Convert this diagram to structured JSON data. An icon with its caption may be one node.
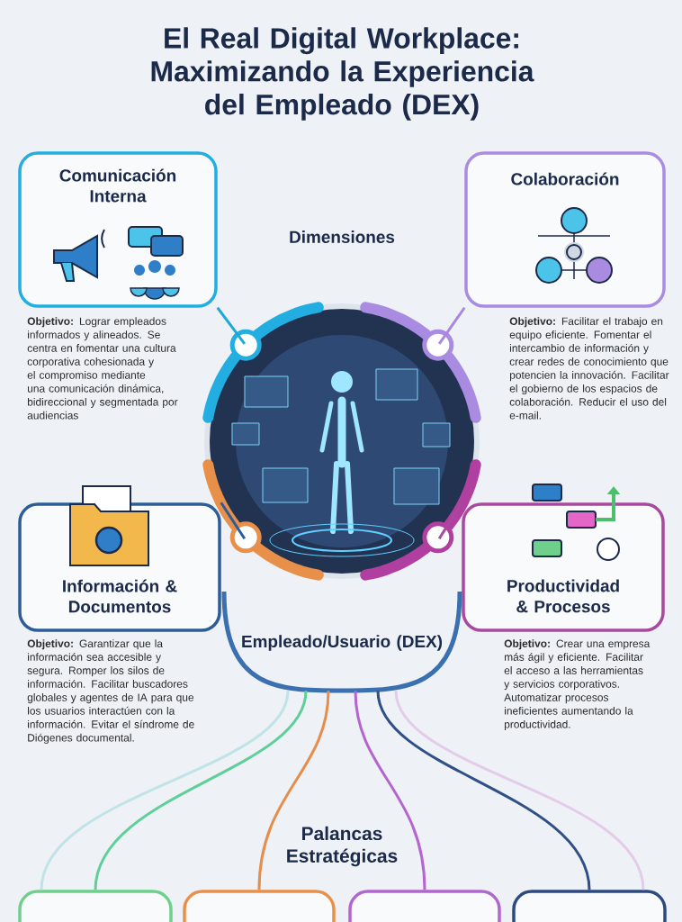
{
  "diagram": {
    "title": "El Real Digital Workplace: Maximizando la Experiencia del Empleado (DEX)",
    "nodes": [
      {
        "text": [
          "Comunicación Interna"
        ],
        "beside": [
          "**Objetivo:** Lograr empleados informados y alineados. Se centra en fomentar una cultura corporativa cohesionada y el compromiso mediante una comunicación dinámica, bidireccional y segmentada por audiencias"
        ]
      },
      {
        "text": [
          "Colaboración"
        ],
        "beside": [
          "**Objetivo:** Facilitar el trabajo en equipo eficiente. Fomentar el intercambio de información y crear redes de conocimiento que potencien la innovación. Facilitar el gobierno de los espacios de colaboración. Reducir el uso del e-mail."
        ]
      },
      {
        "text": [
          "Información & Documentos"
        ],
        "beside": [
          "**Objetivo:** Garantizar que la información sea accesible y segura. Romper los silos de información. Facilitar buscadores globales y agentes de IA para que los usuarios interactúen con la información. Evitar el síndrome de Diógenes documental."
        ]
      },
      {
        "text": [
          "Productividad & Procesos"
        ],
        "beside": [
          "**Objetivo:** Crear una empresa más ágil y eficiente. Facilitar el acceso a las herramientas y servicios corporativos. Automatizar procesos ineficientes aumentando la productividad."
        ]
      },
      {
        "text": [],
        "shape": "picture"
      },
      {
        "text": [
          "Empleado/Usuario (DEX)"
        ]
      },
      {
        "text": [],
        "shape": "box"
      },
      {
        "text": [],
        "shape": "box"
      },
      {
        "text": [],
        "shape": "box"
      },
      {
        "text": [],
        "shape": "box"
      }
    ],
    "edges": [
      {
        "from": 0,
        "to": 4,
        "arrow": "none",
        "color": "#1fa9d6"
      },
      {
        "from": 1,
        "to": 4,
        "arrow": "none",
        "color": "#a987e0"
      },
      {
        "from": 2,
        "to": 4,
        "arrow": "none",
        "color": "#2d5d96"
      },
      {
        "from": 3,
        "to": 4,
        "arrow": "none",
        "color": "#a8489f"
      },
      {
        "from": 5,
        "to": 6,
        "arrow": "none",
        "color": "#bfe3e6"
      },
      {
        "from": 5,
        "to": 6,
        "arrow": "none",
        "color": "#5fcf9a"
      },
      {
        "from": 5,
        "to": 7,
        "arrow": "none",
        "color": "#e68d4c"
      },
      {
        "from": 5,
        "to": 8,
        "arrow": "none",
        "color": "#b565cf"
      },
      {
        "from": 5,
        "to": 9,
        "arrow": "none",
        "color": "#2f4f86"
      },
      {
        "from": 5,
        "to": 9,
        "arrow": "none",
        "color": "#e3cbe9"
      }
    ],
    "labels": [
      "Dimensiones",
      "Palancas Estratégicas"
    ]
  }
}
